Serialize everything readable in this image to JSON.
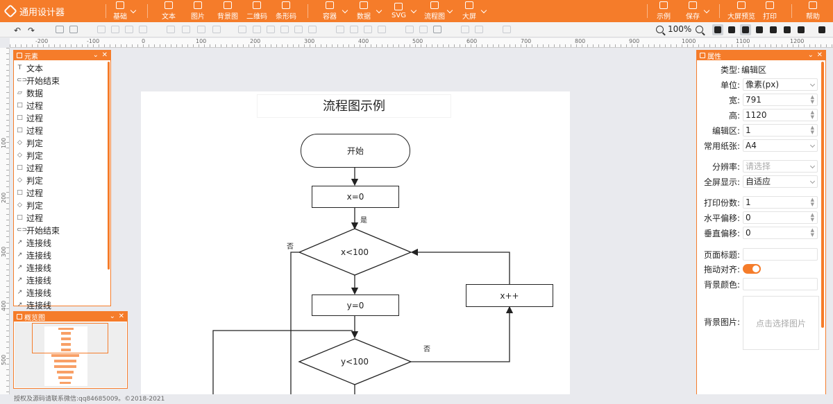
{
  "app": {
    "title": "通用设计器"
  },
  "topbar": {
    "left": [
      {
        "label": "基础",
        "icon": "basic-icon",
        "caret": true
      },
      {
        "label": "文本",
        "icon": "text-icon"
      },
      {
        "label": "图片",
        "icon": "image-icon"
      },
      {
        "label": "背景图",
        "icon": "background-image-icon"
      },
      {
        "label": "二维码",
        "icon": "qrcode-icon"
      },
      {
        "label": "条形码",
        "icon": "barcode-icon"
      },
      {
        "label": "容器",
        "icon": "container-icon",
        "caret": true
      },
      {
        "label": "数据",
        "icon": "data-icon",
        "caret": true
      },
      {
        "label": "SVG",
        "icon": "svg-icon",
        "caret": true
      },
      {
        "label": "流程图",
        "icon": "flowchart-icon",
        "caret": true
      },
      {
        "label": "大屏",
        "icon": "bigscreen-icon",
        "caret": true
      }
    ],
    "right": [
      {
        "label": "示例",
        "icon": "example-icon"
      },
      {
        "label": "保存",
        "icon": "save-icon",
        "caret": true
      },
      {
        "label": "大屏预览",
        "icon": "bigscreen-preview-icon"
      },
      {
        "label": "打印",
        "icon": "print-icon"
      },
      {
        "label": "帮助",
        "icon": "help-icon"
      }
    ]
  },
  "toolbar2": {
    "zoom": "100%"
  },
  "ruler": {
    "h": [
      "-200",
      "-100",
      "0",
      "100",
      "200",
      "300",
      "400",
      "500",
      "600",
      "700",
      "800",
      "900",
      "1000",
      "1100",
      "1200"
    ],
    "v": [
      "100",
      "200",
      "300",
      "400",
      "500"
    ]
  },
  "elements_panel": {
    "title": "元素",
    "items": [
      {
        "glyph": "T",
        "label": "文本"
      },
      {
        "glyph": "⊂⊃",
        "label": "开始结束"
      },
      {
        "glyph": "▱",
        "label": "数据"
      },
      {
        "glyph": "□",
        "label": "过程"
      },
      {
        "glyph": "□",
        "label": "过程"
      },
      {
        "glyph": "□",
        "label": "过程"
      },
      {
        "glyph": "◇",
        "label": "判定"
      },
      {
        "glyph": "◇",
        "label": "判定"
      },
      {
        "glyph": "□",
        "label": "过程"
      },
      {
        "glyph": "◇",
        "label": "判定"
      },
      {
        "glyph": "□",
        "label": "过程"
      },
      {
        "glyph": "◇",
        "label": "判定"
      },
      {
        "glyph": "□",
        "label": "过程"
      },
      {
        "glyph": "⊂⊃",
        "label": "开始结束"
      },
      {
        "glyph": "↗",
        "label": "连接线"
      },
      {
        "glyph": "↗",
        "label": "连接线"
      },
      {
        "glyph": "↗",
        "label": "连接线"
      },
      {
        "glyph": "↗",
        "label": "连接线"
      },
      {
        "glyph": "↗",
        "label": "连接线"
      },
      {
        "glyph": "↗",
        "label": "连接线"
      }
    ]
  },
  "preview_panel": {
    "title": "概览图"
  },
  "canvas": {
    "title": "流程图示例",
    "nodes": {
      "start": "开始",
      "init_x": "x=0",
      "cond_x": "x<100",
      "init_y": "y=0",
      "cond_y": "y<100",
      "inc_x": "x++"
    },
    "labels": {
      "yes": "是",
      "no_left": "否",
      "no_right": "否"
    }
  },
  "props_panel": {
    "title": "属性",
    "type_label": "类型:",
    "type_value": "编辑区",
    "rows": [
      {
        "label": "单位:",
        "value": "像素(px)",
        "kind": "select"
      },
      {
        "label": "宽:",
        "value": "791",
        "kind": "number"
      },
      {
        "label": "高:",
        "value": "1120",
        "kind": "number"
      },
      {
        "label": "编辑区:",
        "value": "1",
        "kind": "number"
      },
      {
        "label": "常用纸张:",
        "value": "A4",
        "kind": "select"
      },
      {
        "label": "分辨率:",
        "value": "请选择",
        "kind": "select-ph"
      },
      {
        "label": "全屏显示:",
        "value": "自适应",
        "kind": "select"
      },
      {
        "label": "打印份数:",
        "value": "1",
        "kind": "number"
      },
      {
        "label": "水平偏移:",
        "value": "0",
        "kind": "number"
      },
      {
        "label": "垂直偏移:",
        "value": "0",
        "kind": "number"
      },
      {
        "label": "页面标题:",
        "value": "",
        "kind": "text"
      },
      {
        "label": "拖动对齐:",
        "value": "",
        "kind": "toggle"
      },
      {
        "label": "背景颜色:",
        "value": "",
        "kind": "text"
      }
    ],
    "bg_image_label": "背景图片:",
    "bg_image_placeholder": "点击选择图片"
  },
  "footer": {
    "text": "授权及源码请联系微信:qq84685009。©2018-2021"
  },
  "colors": {
    "accent": "#f57c2a"
  }
}
